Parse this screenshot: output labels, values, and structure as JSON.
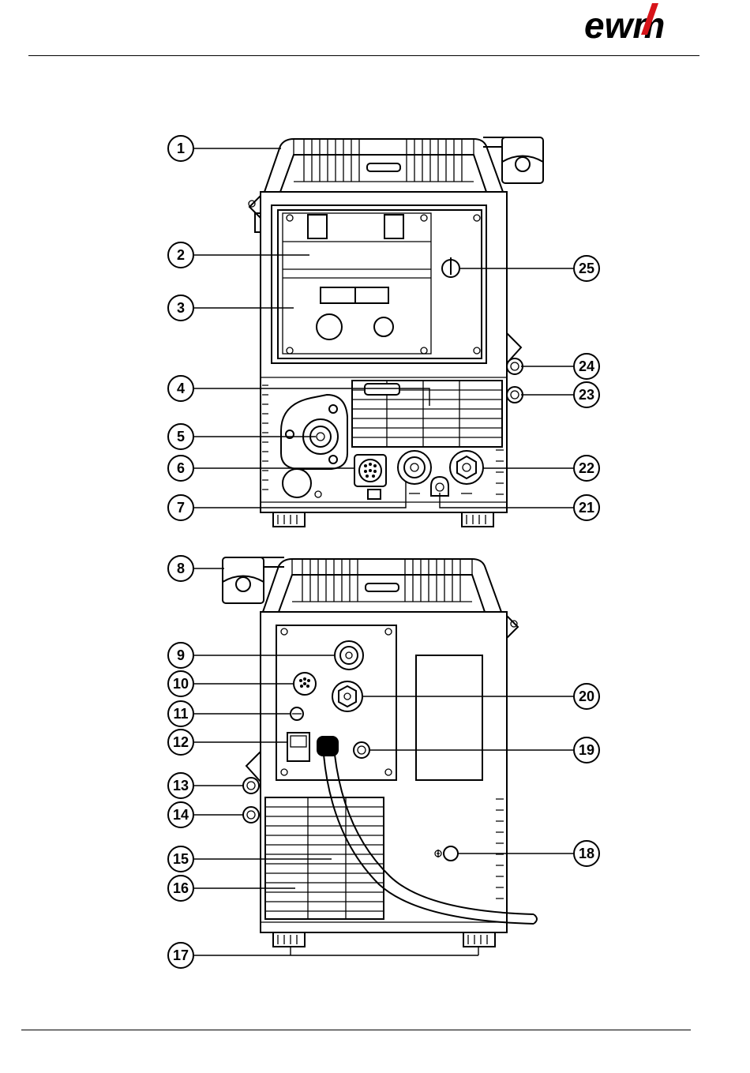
{
  "brand": {
    "logo_text": "ewm"
  },
  "figure": {
    "callouts": [
      {
        "id": "c1",
        "label": "1"
      },
      {
        "id": "c2",
        "label": "2"
      },
      {
        "id": "c3",
        "label": "3"
      },
      {
        "id": "c4",
        "label": "4"
      },
      {
        "id": "c5",
        "label": "5"
      },
      {
        "id": "c6",
        "label": "6"
      },
      {
        "id": "c7",
        "label": "7"
      },
      {
        "id": "c8",
        "label": "8"
      },
      {
        "id": "c9",
        "label": "9"
      },
      {
        "id": "c10",
        "label": "10"
      },
      {
        "id": "c11",
        "label": "11"
      },
      {
        "id": "c12",
        "label": "12"
      },
      {
        "id": "c13",
        "label": "13"
      },
      {
        "id": "c14",
        "label": "14"
      },
      {
        "id": "c15",
        "label": "15"
      },
      {
        "id": "c16",
        "label": "16"
      },
      {
        "id": "c17",
        "label": "17"
      },
      {
        "id": "c18",
        "label": "18"
      },
      {
        "id": "c19",
        "label": "19"
      },
      {
        "id": "c20",
        "label": "20"
      },
      {
        "id": "c21",
        "label": "21"
      },
      {
        "id": "c22",
        "label": "22"
      },
      {
        "id": "c23",
        "label": "23"
      },
      {
        "id": "c24",
        "label": "24"
      },
      {
        "id": "c25",
        "label": "25"
      }
    ]
  }
}
